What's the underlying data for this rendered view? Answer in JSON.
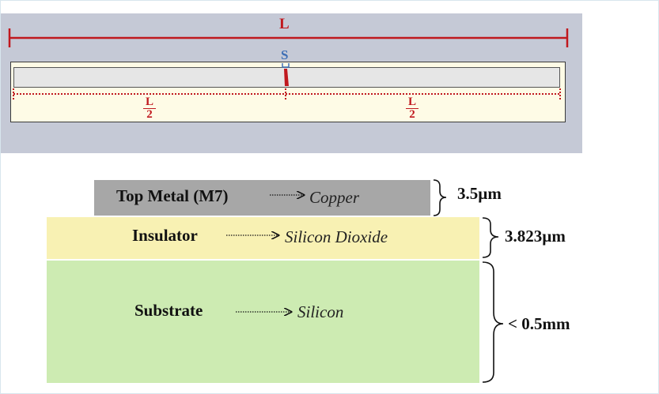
{
  "top_diagram": {
    "length_label": "L",
    "sensor_label": "S",
    "half_label_numerator": "L",
    "half_label_denominator": "2",
    "colors": {
      "dimension": "#c0181e",
      "sensor": "#3e6fb5",
      "panel_bg": "#c5c9d6",
      "box_fill": "#fefbe6",
      "strip_fill": "#e6e6e6"
    }
  },
  "layers": [
    {
      "name": "Top Metal (M7)",
      "material": "Copper",
      "thickness": "3.5µm",
      "color": "#a7a7a7"
    },
    {
      "name": "Insulator",
      "material": "Silicon Dioxide",
      "thickness": "3.823µm",
      "color": "#f8f1b3"
    },
    {
      "name": "Substrate",
      "material": "Silicon",
      "thickness": "< 0.5mm",
      "color": "#cdebb2"
    }
  ]
}
